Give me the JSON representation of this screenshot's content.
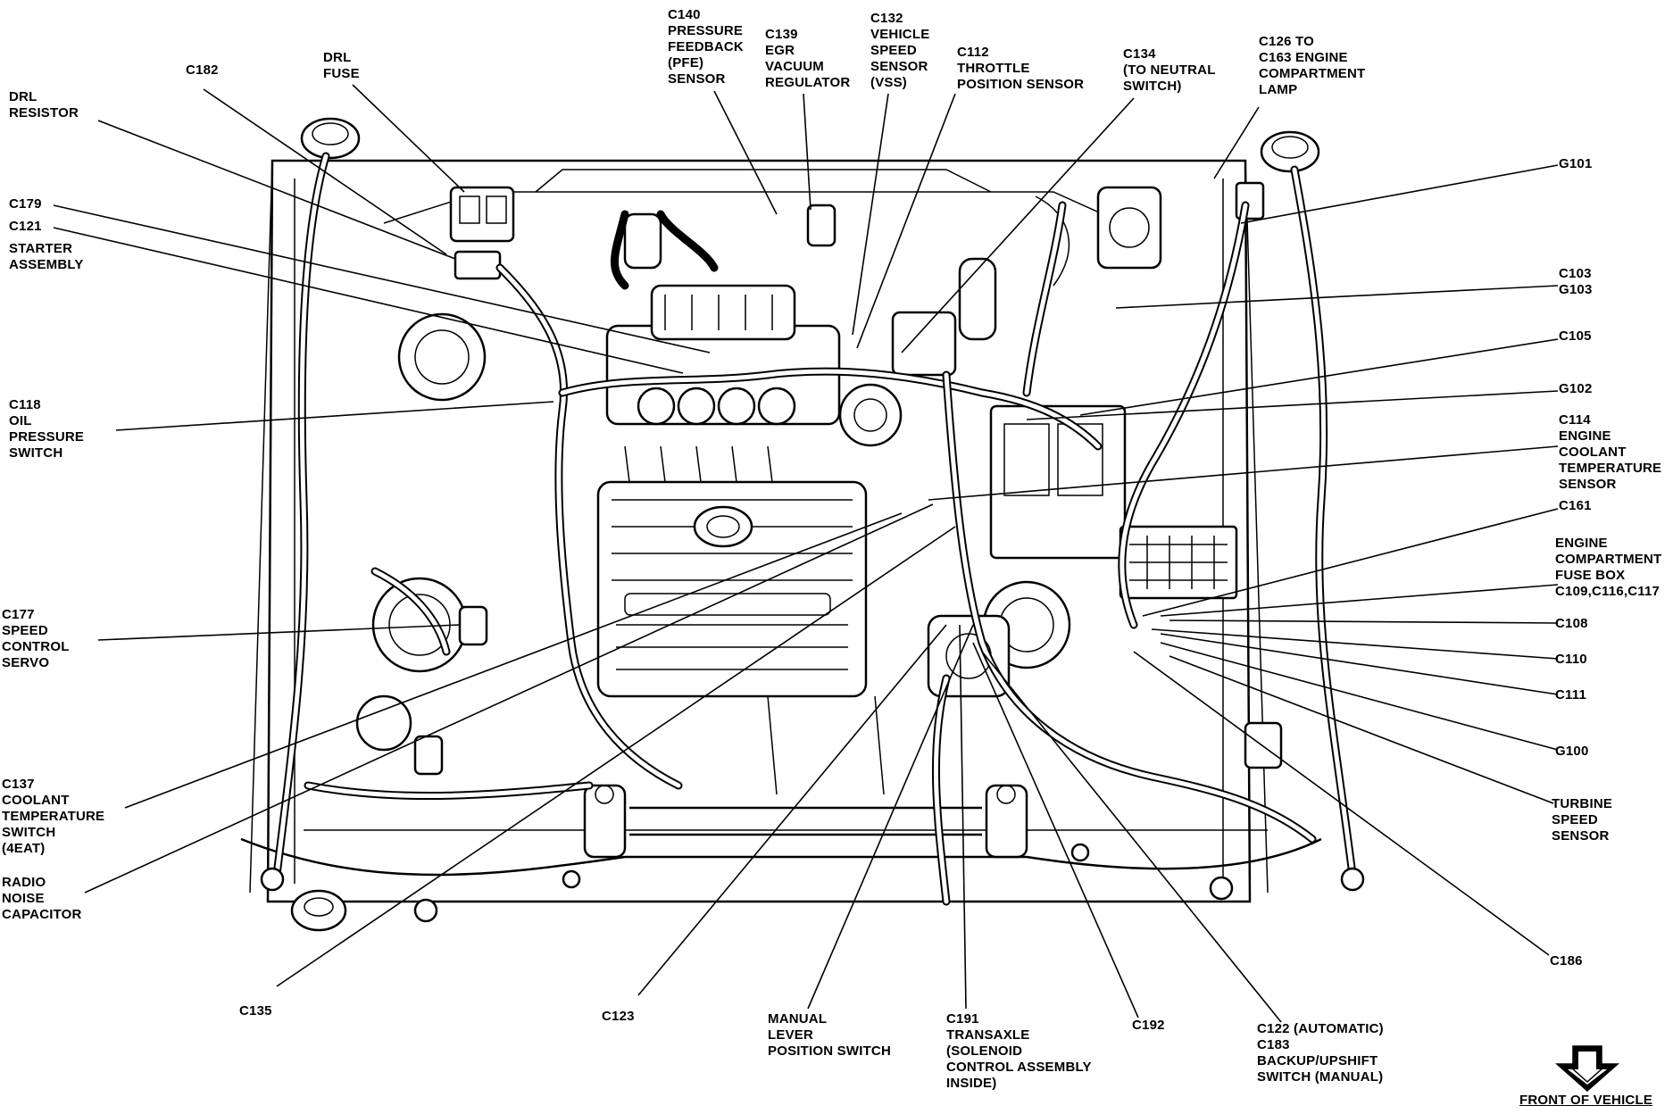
{
  "colors": {
    "ink": "#000000",
    "paper": "#ffffff"
  },
  "icons": {
    "front_arrow": "down-arrow-icon"
  },
  "labels": {
    "c182": "C182",
    "drl_fuse": "DRL\nFUSE",
    "drl_resistor": "DRL\nRESISTOR",
    "c179": "C179",
    "c121": "C121",
    "starter": "STARTER\nASSEMBLY",
    "c140": "C140\nPRESSURE\nFEEDBACK\n(PFE)\nSENSOR",
    "c139": "C139\nEGR\nVACUUM\nREGULATOR",
    "c132": "C132\nVEHICLE\nSPEED\nSENSOR\n(VSS)",
    "c112": "C112\nTHROTTLE\nPOSITION SENSOR",
    "c134": "C134\n(TO NEUTRAL\nSWITCH)",
    "c126": "C126 TO\nC163 ENGINE\nCOMPARTMENT\nLAMP",
    "g101": "G101",
    "c103": "C103\nG103",
    "c105": "C105",
    "g102": "G102",
    "c114": "C114\nENGINE\nCOOLANT\nTEMPERATURE\nSENSOR",
    "c161": "C161",
    "fuse_box": "ENGINE\nCOMPARTMENT\nFUSE BOX\nC109,C116,C117",
    "c108": "C108",
    "c110": "C110",
    "c111": "C111",
    "g100": "G100",
    "turbine": "TURBINE\nSPEED\nSENSOR",
    "c186": "C186",
    "c118": "C118\nOIL\nPRESSURE\nSWITCH",
    "c177": "C177\nSPEED\nCONTROL\nSERVO",
    "c137": "C137\nCOOLANT\nTEMPERATURE\nSWITCH\n(4EAT)",
    "radio": "RADIO\nNOISE\nCAPACITOR",
    "c135": "C135",
    "c123": "C123",
    "manual_lever": "MANUAL\nLEVER\nPOSITION SWITCH",
    "c191": "C191\nTRANSAXLE\n(SOLENOID\nCONTROL ASSEMBLY\nINSIDE)",
    "c192": "C192",
    "c122": "C122 (AUTOMATIC)\nC183\nBACKUP/UPSHIFT\nSWITCH (MANUAL)",
    "front": "FRONT OF VEHICLE"
  }
}
